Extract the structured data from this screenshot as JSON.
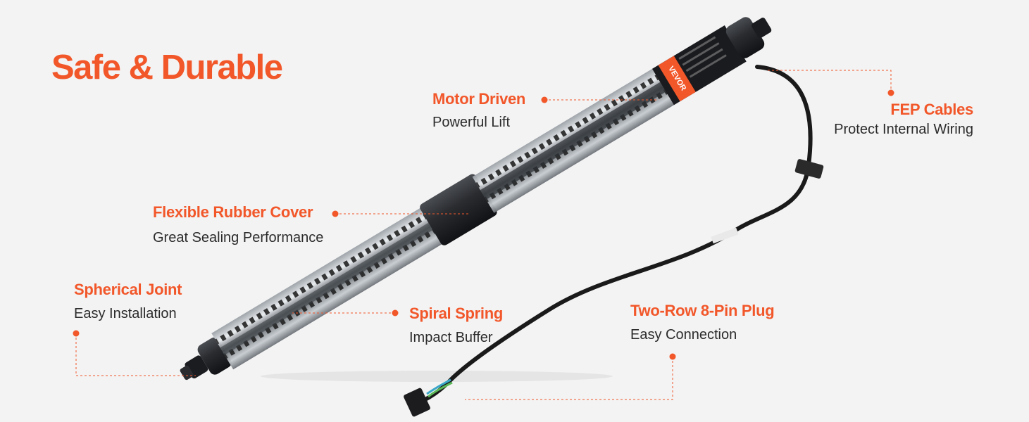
{
  "title": "Safe & Durable",
  "accent_color": "#f2572a",
  "callouts": {
    "motor": {
      "title": "Motor Driven",
      "subtitle": "Powerful Lift"
    },
    "fep": {
      "title": "FEP Cables",
      "subtitle": "Protect Internal Wiring"
    },
    "rubber": {
      "title": "Flexible Rubber Cover",
      "subtitle": "Great Sealing Performance"
    },
    "joint": {
      "title": "Spherical Joint",
      "subtitle": "Easy Installation"
    },
    "spring": {
      "title": "Spiral Spring",
      "subtitle": "Impact Buffer"
    },
    "plug": {
      "title": "Two-Row 8-Pin Plug",
      "subtitle": "Easy Connection"
    }
  },
  "brand": {
    "logo_text": "VEVOR"
  }
}
